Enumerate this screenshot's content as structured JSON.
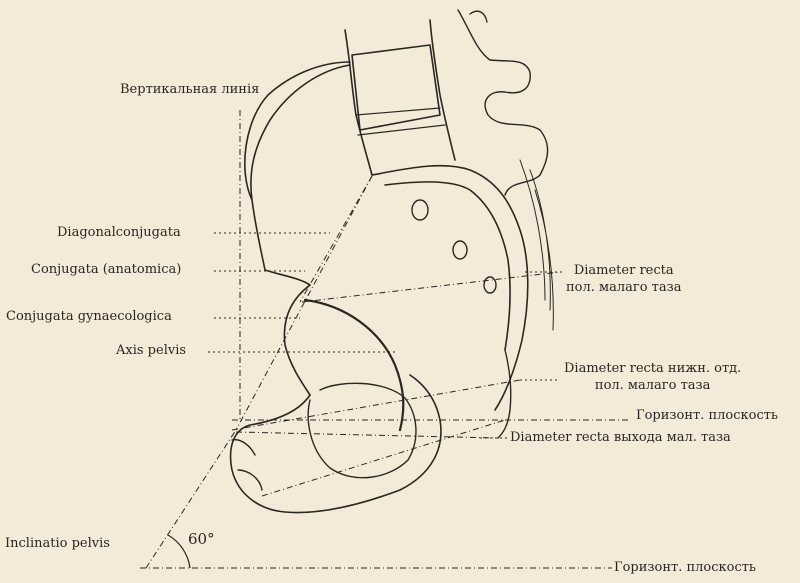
{
  "labels": {
    "vertical_line": "Вертикальная линія",
    "diagonal_conjugate": "Diagonalconjugata",
    "conjugata_anatomica": "Conjugata (anatomica)",
    "conjugata_gynaecologica": "Conjugata gynaecologica",
    "axis_pelvis": "Axis pelvis",
    "inclinatio_pelvis": "Inclinatio pelvis",
    "angle": "60°",
    "diameter_recta_small_pelvis": [
      "Diameter recta",
      "пол. малаго таза"
    ],
    "diameter_recta_lower": [
      "Diameter recta нижн. отд.",
      "пол. малаго таза"
    ],
    "horizontal_plane_upper": "Горизонт. плоскость",
    "diameter_recta_outlet": "Diameter recta выхода мал. таза",
    "horizontal_plane_lower": "Горизонт. плоскость"
  },
  "colors": {
    "paper": "#f3ead8",
    "ink": "#2a2622"
  }
}
